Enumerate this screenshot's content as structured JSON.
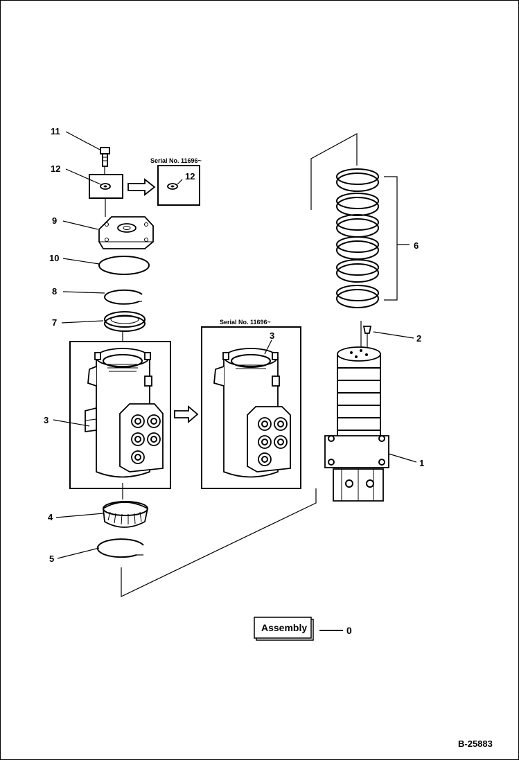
{
  "figure_number": "B-25883",
  "assembly": {
    "label": "Assembly",
    "number": "0"
  },
  "serial_note_upper": "Serial No. 11696~",
  "serial_note_middle": "Serial No. 11696~",
  "callouts": {
    "p1": "1",
    "p2": "2",
    "p3_left": "3",
    "p3_alt": "3",
    "p4": "4",
    "p5": "5",
    "p6": "6",
    "p7": "7",
    "p8": "8",
    "p9": "9",
    "p10": "10",
    "p11": "11",
    "p12_left": "12",
    "p12_alt": "12"
  }
}
